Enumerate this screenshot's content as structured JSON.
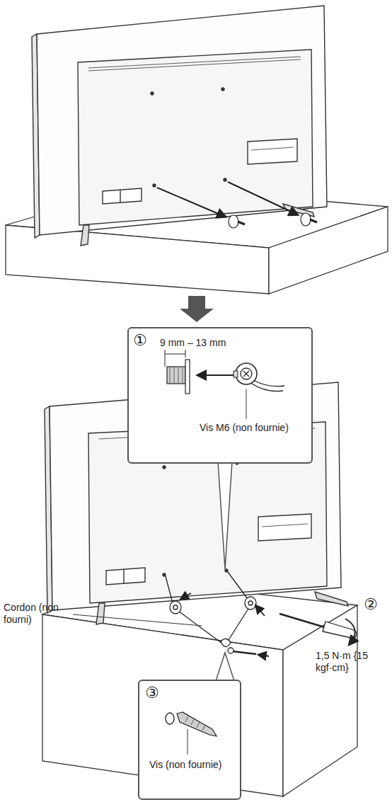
{
  "diagram": {
    "nodes": [
      {
        "text": [
          "①",
          "9 mm – 13 mm",
          "Vis M6 (non fournie)"
        ]
      },
      {
        "text": [
          "③",
          "Vis (non fournie)"
        ]
      }
    ],
    "labels": [
      "Cordon (non fourni)",
      "②",
      "1,5 N·m {15 kgf·cm}"
    ]
  }
}
